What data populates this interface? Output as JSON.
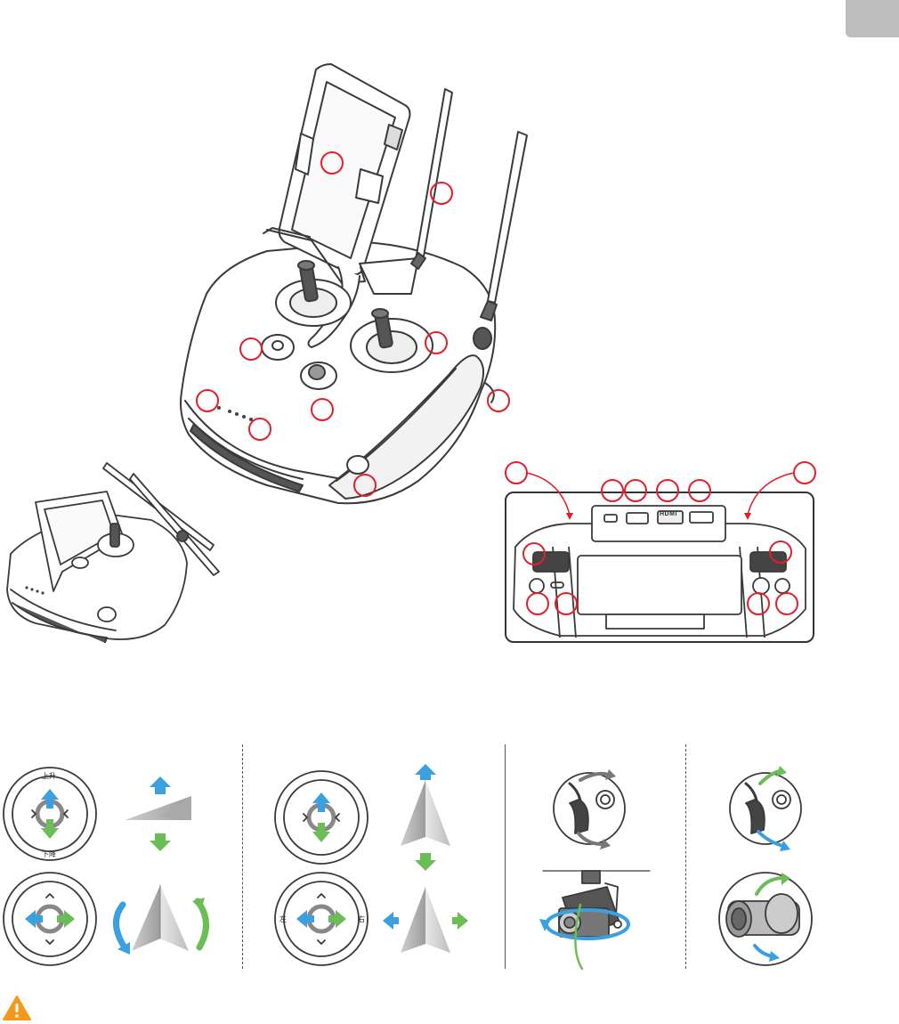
{
  "colors": {
    "callout_red": "#e3202a",
    "arrow_blue": "#3aa0e0",
    "arrow_green": "#6bbd55",
    "warning_orange": "#f39a1e",
    "outline_dark": "#3a3a3a",
    "tab_gray": "#bdbdbd"
  },
  "icons": {
    "page_tab": "gray-page-tab",
    "warning": "warning-triangle-icon",
    "usb": "usb-icon",
    "hdmi": "hdmi-icon"
  },
  "back_panel": {
    "hdmi_label": "HDMI"
  },
  "stick_diagrams": {
    "up_label": "上升",
    "down_label": "下降",
    "left_label": "左",
    "right_label": "右"
  }
}
